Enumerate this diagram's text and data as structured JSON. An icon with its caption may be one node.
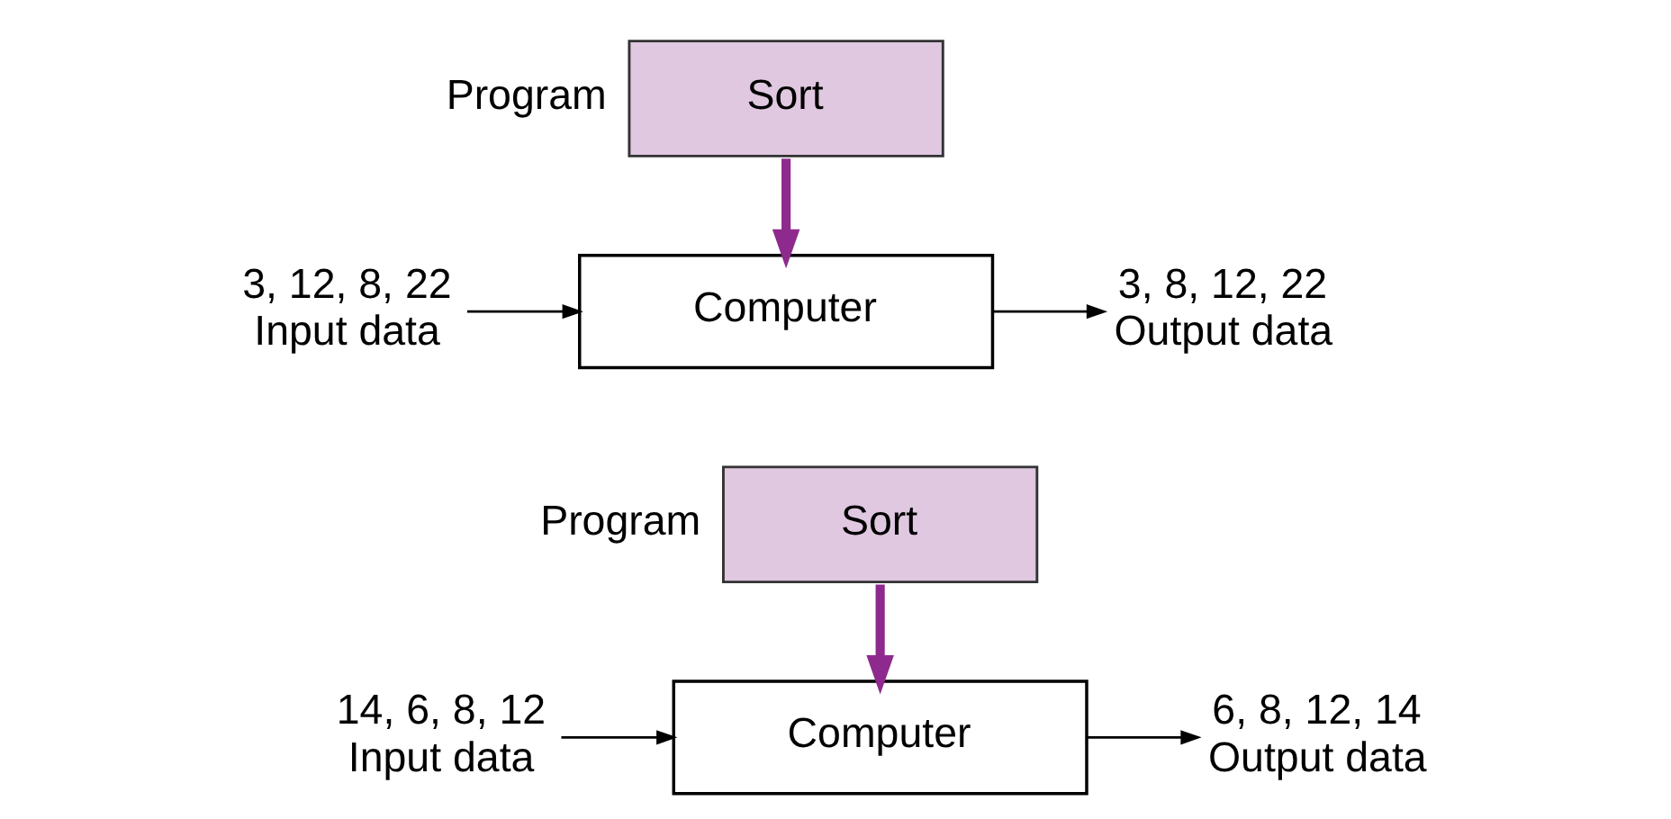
{
  "diagram": {
    "nodes": [
      {
        "text": [
          "Sort"
        ],
        "beside": [
          "Program"
        ]
      },
      {
        "text": [
          "3, 12, 8, 22",
          "Input data"
        ]
      },
      {
        "text": [
          "Computer"
        ]
      },
      {
        "text": [
          "3, 8, 12, 22",
          "Output data"
        ]
      },
      {
        "text": [
          "Sort"
        ],
        "beside": [
          "Program"
        ]
      },
      {
        "text": [
          "14, 6, 8, 12",
          "Input data"
        ]
      },
      {
        "text": [
          "Computer"
        ]
      },
      {
        "text": [
          "6, 8, 12, 14",
          "Output data"
        ]
      }
    ],
    "edges": [
      {
        "from": 0,
        "to": 2,
        "arrow": "to",
        "style": "thick",
        "color": "#8e2a8e"
      },
      {
        "from": 1,
        "to": 2,
        "arrow": "to"
      },
      {
        "from": 2,
        "to": 3,
        "arrow": "to"
      },
      {
        "from": 4,
        "to": 6,
        "arrow": "to",
        "style": "thick",
        "color": "#8e2a8e"
      },
      {
        "from": 5,
        "to": 6,
        "arrow": "to"
      },
      {
        "from": 6,
        "to": 7,
        "arrow": "to"
      }
    ]
  }
}
